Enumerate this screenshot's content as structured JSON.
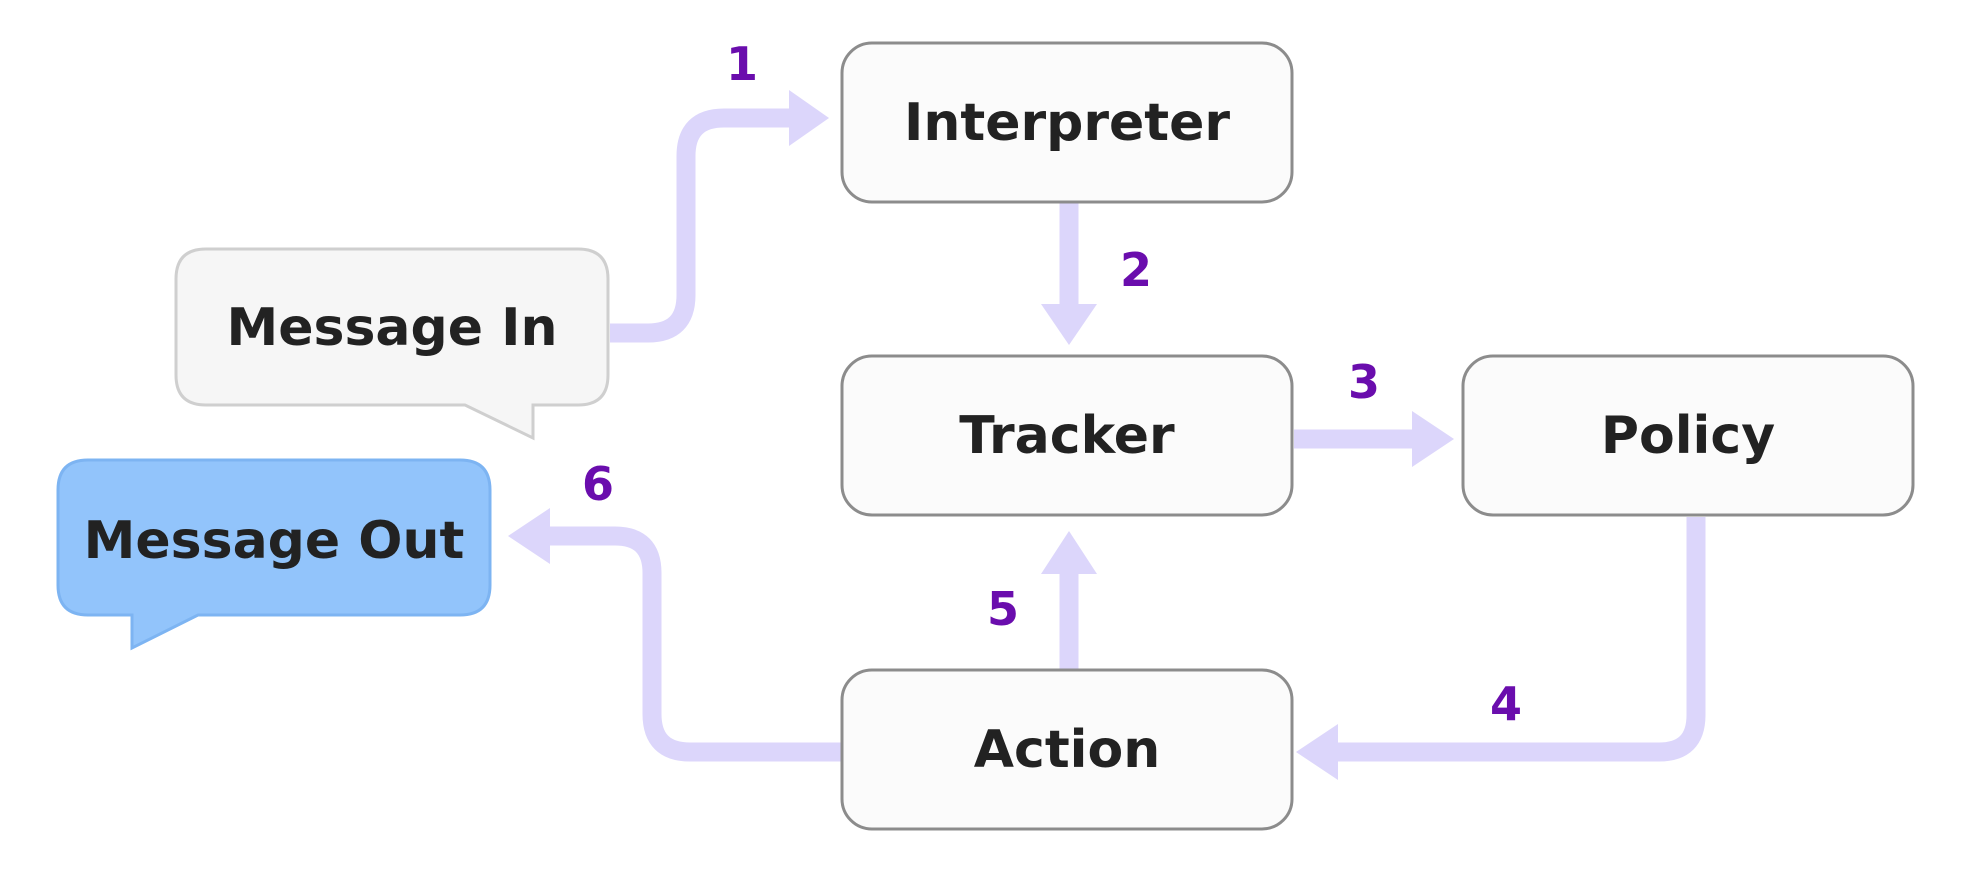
{
  "colors": {
    "arrow": "#dcd6fb",
    "step_number": "#6a0dad",
    "node_fill": "#fbfbfb",
    "node_stroke": "#8c8c8c",
    "bubble_in_fill": "#f6f6f6",
    "bubble_in_stroke": "#cfcfcf",
    "bubble_out_fill": "#92c4fb",
    "bubble_out_stroke": "#7db4f2"
  },
  "nodes": {
    "message_in": {
      "label": "Message In"
    },
    "message_out": {
      "label": "Message Out"
    },
    "interpreter": {
      "label": "Interpreter"
    },
    "tracker": {
      "label": "Tracker"
    },
    "policy": {
      "label": "Policy"
    },
    "action": {
      "label": "Action"
    }
  },
  "steps": [
    {
      "number": "1",
      "from": "Message In",
      "to": "Interpreter"
    },
    {
      "number": "2",
      "from": "Interpreter",
      "to": "Tracker"
    },
    {
      "number": "3",
      "from": "Tracker",
      "to": "Policy"
    },
    {
      "number": "4",
      "from": "Policy",
      "to": "Action"
    },
    {
      "number": "5",
      "from": "Action",
      "to": "Tracker"
    },
    {
      "number": "6",
      "from": "Action",
      "to": "Message Out"
    }
  ]
}
